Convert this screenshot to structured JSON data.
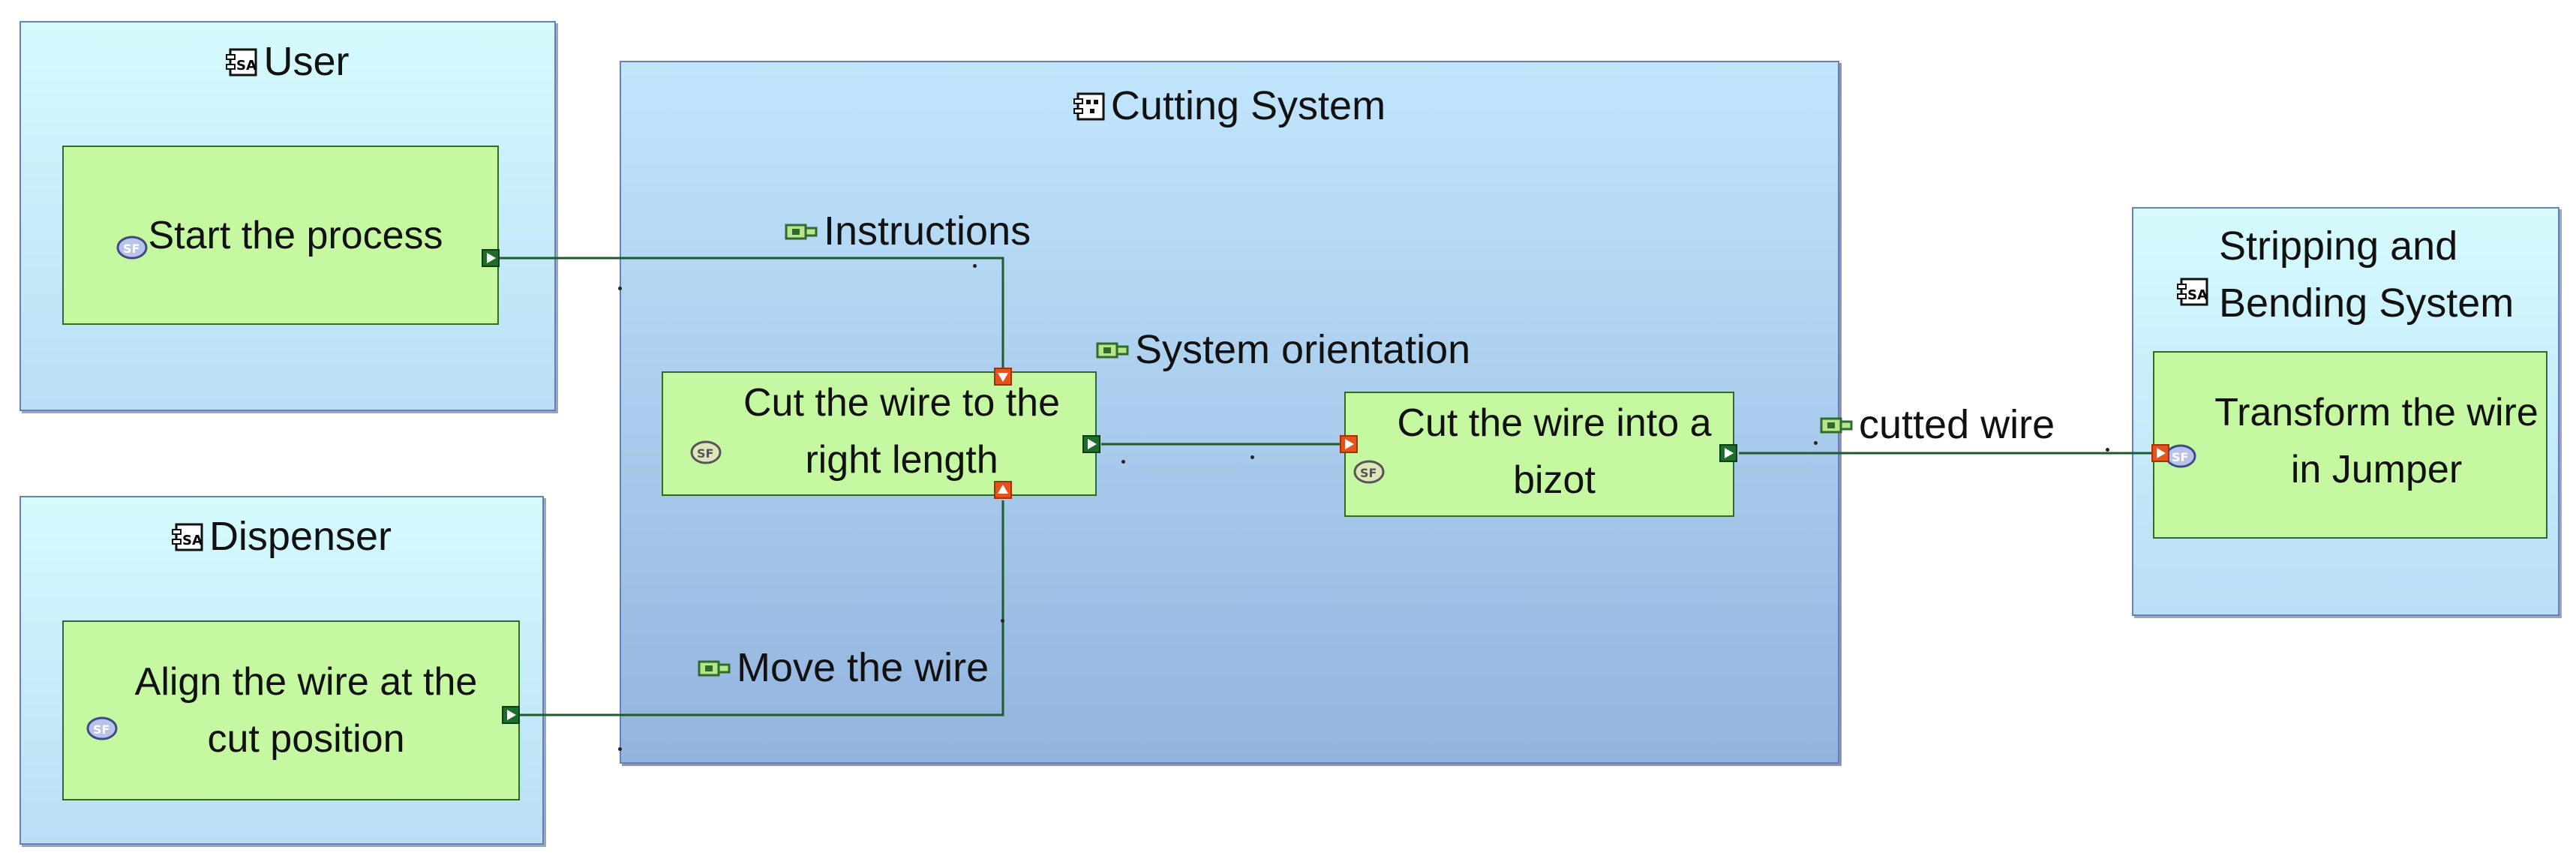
{
  "actors": {
    "user": {
      "title": "User",
      "function": "Start the process"
    },
    "dispenser": {
      "title": "Dispenser",
      "function_line1": "Align the wire at the",
      "function_line2": "cut position"
    },
    "stripping": {
      "title_line1": "Stripping and",
      "title_line2": "Bending System",
      "function_line1": "Transform the wire",
      "function_line2": "in Jumper"
    }
  },
  "system": {
    "title": "Cutting System",
    "function_cut_length_line1": "Cut the wire to the",
    "function_cut_length_line2": "right length",
    "function_bizot_line1": "Cut the wire into a",
    "function_bizot_line2": "bizot"
  },
  "exchanges": {
    "instructions": "Instructions",
    "system_orientation": "System orientation",
    "move_the_wire": "Move the wire",
    "cutted_wire": "cutted wire"
  },
  "colors": {
    "function_fill": "#c5f8a0",
    "link": "#1d5a2c",
    "output_port": "#1d6e2c",
    "input_port": "#e4531c"
  },
  "icons": [
    "actor-component-icon",
    "system-component-icon",
    "system-function-icon",
    "functional-exchange-icon"
  ]
}
